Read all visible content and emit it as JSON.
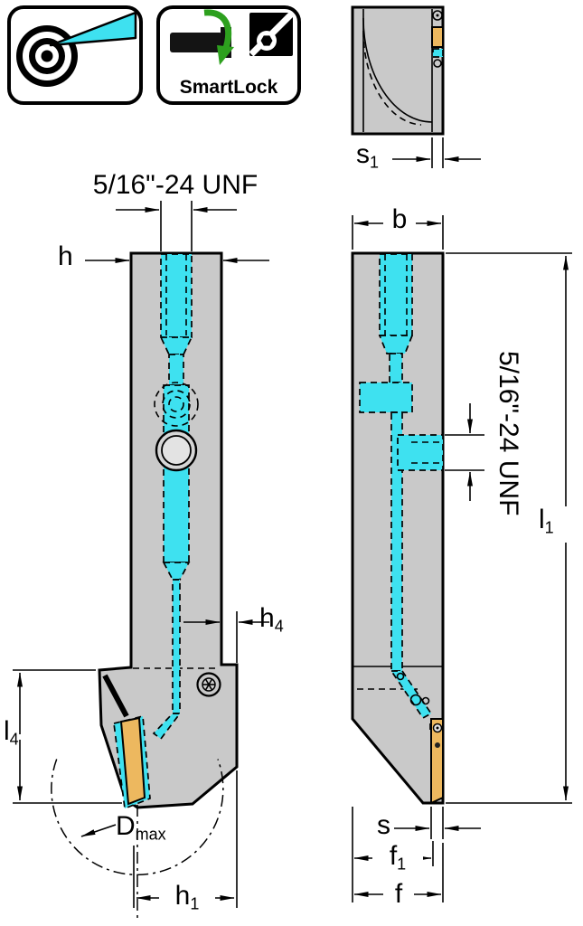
{
  "colors": {
    "gray": "#c9c9c9",
    "cyan": "#3ee1f0",
    "orange": "#edb85f",
    "green": "#2da01e"
  },
  "icons": {
    "smartlock_label": "SmartLock"
  },
  "labels": {
    "thread_front": "5/16\"-24 UNF",
    "thread_side": "5/16\"-24 UNF",
    "h": "h",
    "b": "b",
    "s": "s",
    "f": "f",
    "h4": {
      "base": "h",
      "sub": "4"
    },
    "l4": {
      "base": "l",
      "sub": "4"
    },
    "h1": {
      "base": "h",
      "sub": "1"
    },
    "s1": {
      "base": "s",
      "sub": "1"
    },
    "l1": {
      "base": "l",
      "sub": "1"
    },
    "f1": {
      "base": "f",
      "sub": "1"
    },
    "dmax": {
      "base": "D",
      "sub": "max"
    }
  }
}
